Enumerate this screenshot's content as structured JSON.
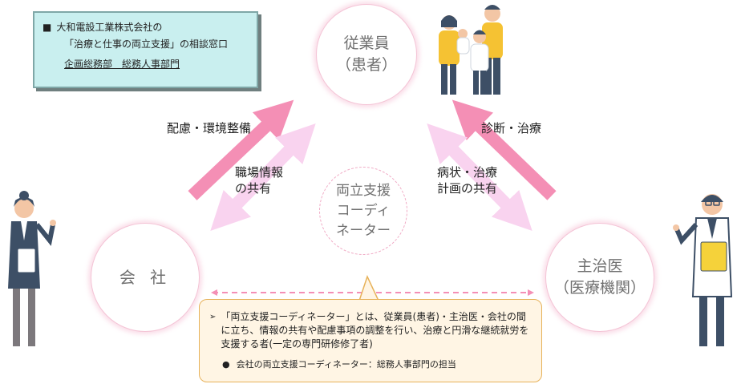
{
  "info_box": {
    "bullet": "■",
    "company": "大和電設工業株式会社の",
    "window": "「治療と仕事の両立支援」の相談窓口",
    "department": "企画総務部　総務人事部門"
  },
  "nodes": {
    "employee": [
      "従業員",
      "（患者）"
    ],
    "company": "会 社",
    "doctor": [
      "主治医",
      "（医療機関）"
    ],
    "coordinator": [
      "両立支援",
      "コーディ",
      "ネーター"
    ]
  },
  "labels": {
    "env": "配慮・環境整備",
    "info_share": [
      "職場情報",
      "の共有"
    ],
    "diagnosis": "診断・治療",
    "sick_share": [
      "病状・治療",
      "計画の共有"
    ]
  },
  "callout": {
    "mark": "➢",
    "description": "「両立支援コーディネーター」とは、従業員(患者)・主治医・会社の間に立ち、情報の共有や配慮事項の調整を行い、治療と円滑な継続就労を支援する者(一定の専門研修修了者)",
    "note_mark": "●",
    "note": "会社の両立支援コーディネーター：総務人事部門の担当"
  },
  "colors": {
    "arrow_strong": "#f48fb5",
    "arrow_light": "#f9d3ef",
    "circle_border": "#f4c4d6",
    "info_bg": "#c9efef",
    "callout_bg": "#fff5e4",
    "callout_border": "#e7b25a"
  }
}
